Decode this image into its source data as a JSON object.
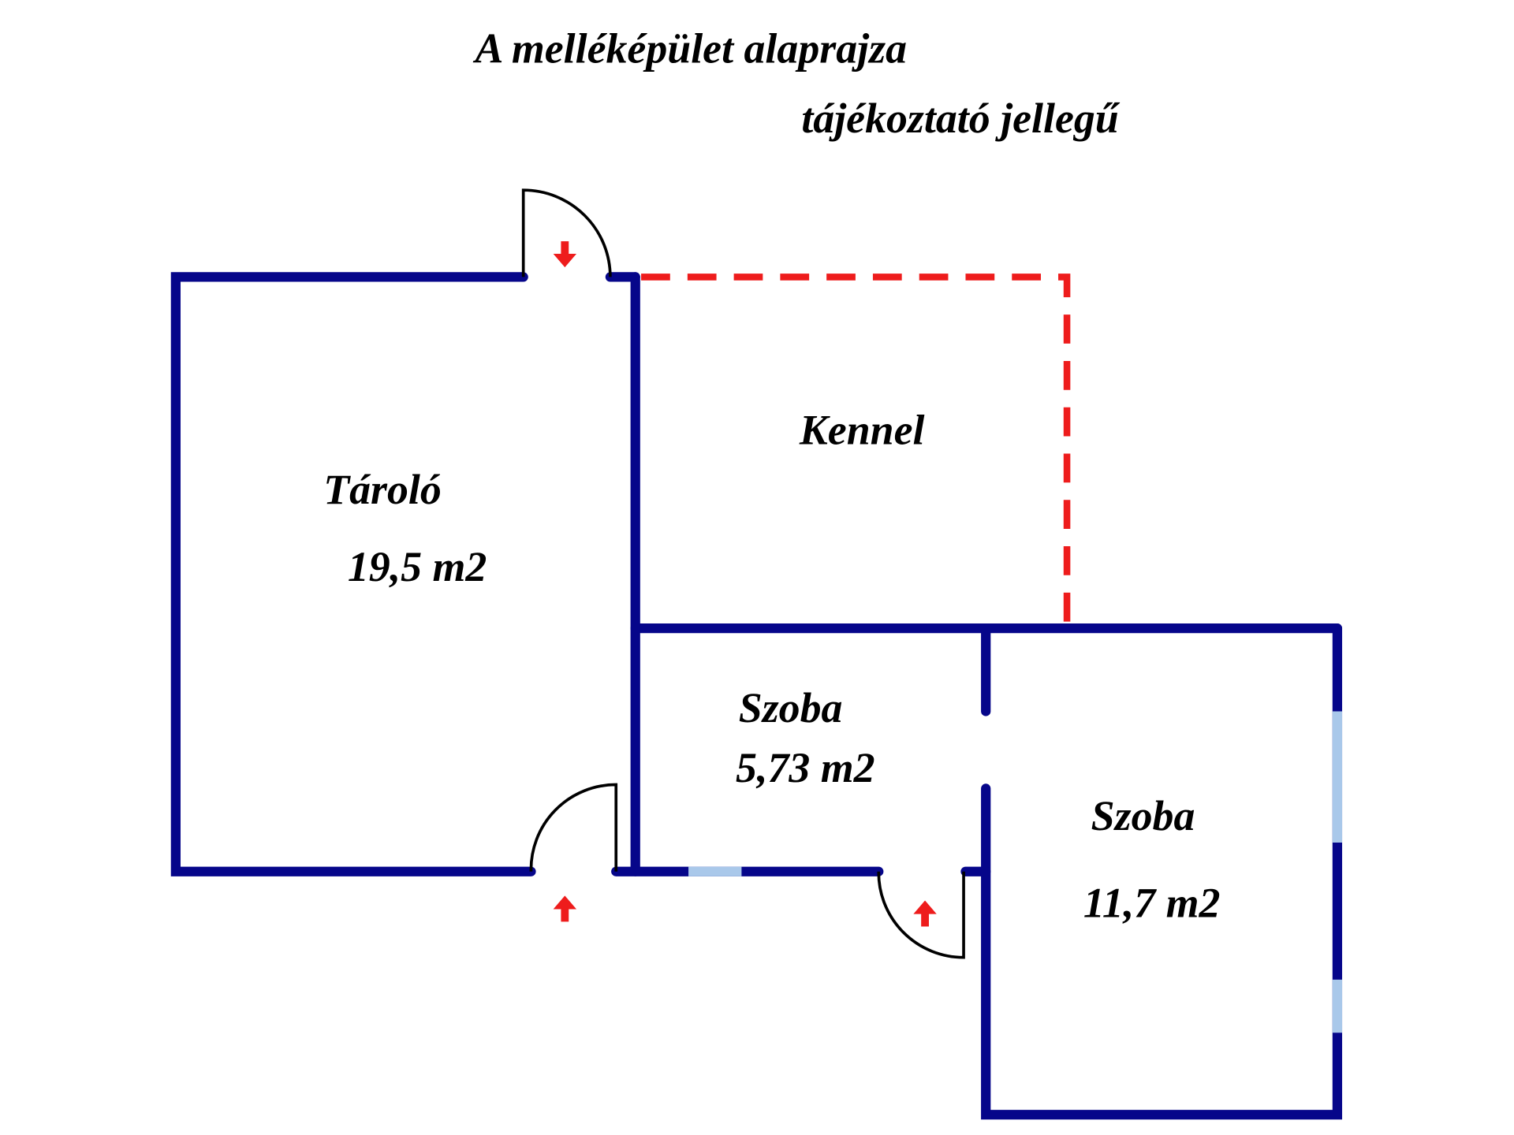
{
  "title": "A melléképület alaprajza",
  "subtitle": "tájékoztató jellegű",
  "rooms": [
    {
      "name": "Tároló",
      "area": "19,5 m2"
    },
    {
      "name": "Kennel"
    },
    {
      "name": "Szoba",
      "area": "5,73 m2"
    },
    {
      "name": "Szoba",
      "area": "11,7 m2"
    }
  ],
  "colors": {
    "wall": "#06068a",
    "window": "#a9c8ea",
    "kennel_fence": "#ee1c1c",
    "arrow": "#ee1c1c"
  }
}
